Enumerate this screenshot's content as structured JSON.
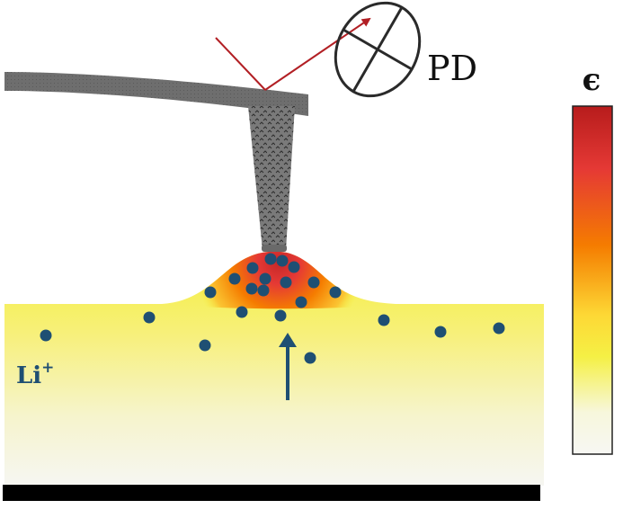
{
  "labels": {
    "photodetector": "PD",
    "ion": "Li",
    "ion_charge": "+",
    "colorbar_symbol": "ϵ"
  },
  "colors": {
    "cantilever": "#6e6e6e",
    "laser": "#b21f24",
    "ion": "#1f4f73",
    "substrate": "#000000",
    "photodetector": "#2a2a2a",
    "colorbar_stops": [
      "#b71c1c",
      "#e53935",
      "#f57c00",
      "#fdd835",
      "#f5f045",
      "#f7f7dc",
      "#f7f7f3"
    ]
  },
  "ions": [
    {
      "id": "ion-1"
    },
    {
      "id": "ion-2"
    },
    {
      "id": "ion-3"
    },
    {
      "id": "ion-4"
    },
    {
      "id": "ion-5"
    },
    {
      "id": "ion-6"
    },
    {
      "id": "ion-7"
    },
    {
      "id": "ion-8"
    },
    {
      "id": "ion-9"
    },
    {
      "id": "ion-10"
    },
    {
      "id": "ion-11"
    },
    {
      "id": "ion-12"
    },
    {
      "id": "ion-13"
    },
    {
      "id": "ion-14"
    },
    {
      "id": "ion-15"
    },
    {
      "id": "ion-16"
    },
    {
      "id": "ion-17"
    },
    {
      "id": "ion-18"
    },
    {
      "id": "ion-19"
    },
    {
      "id": "ion-20"
    },
    {
      "id": "ion-21"
    },
    {
      "id": "ion-22"
    }
  ]
}
